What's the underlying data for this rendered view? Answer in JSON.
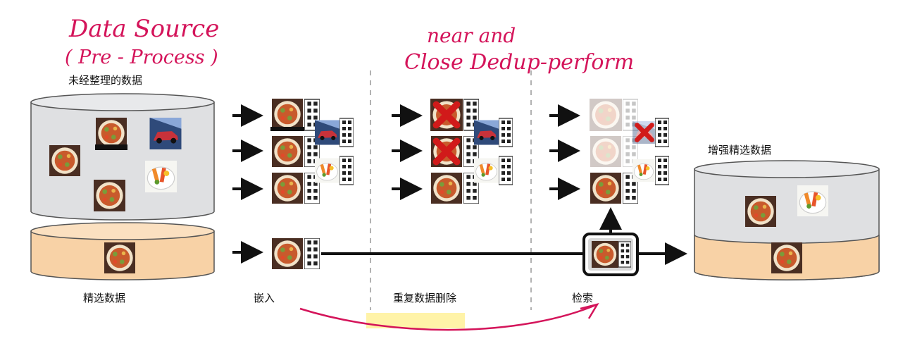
{
  "annotations": {
    "handwritten_left_line1": "Data Source",
    "handwritten_left_line2": "( Pre - Process )",
    "handwritten_mid_line1": "near and",
    "handwritten_mid_line2": "Close Dedup-perform"
  },
  "labels": {
    "raw_data": "未经整理的数据",
    "curated_data": "精选数据",
    "embedding": "嵌入",
    "dedup": "重复数据删除",
    "retrieval": "检索",
    "augmented_data": "增强精选数据"
  },
  "colors": {
    "raw_db": "#dfe0e2",
    "curated_db": "#f8d2a6",
    "handwriting": "#d4145a",
    "highlight": "#fff3a8",
    "cross": "#d11a1a"
  },
  "icons": {
    "food": "food-photo-icon",
    "car": "car-photo-icon",
    "film": "film-strip-icon",
    "cross": "red-x-icon"
  }
}
